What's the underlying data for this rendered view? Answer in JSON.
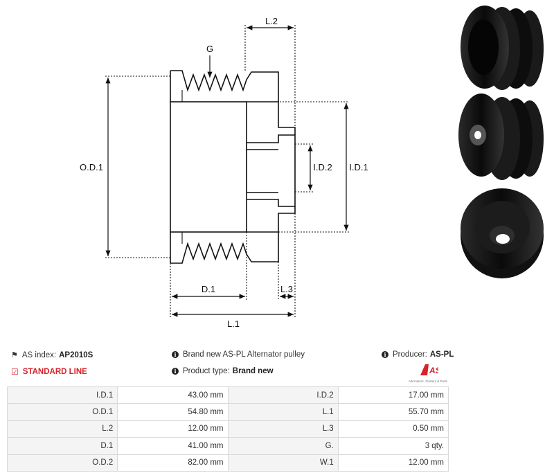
{
  "drawing": {
    "labels": {
      "l2": "L.2",
      "g": "G",
      "od1": "O.D.1",
      "id2": "I.D.2",
      "id1": "I.D.1",
      "d1": "D.1",
      "l3": "L.3",
      "l1": "L.1"
    }
  },
  "info": {
    "index_label": "AS index:",
    "index_value": "AP2010S",
    "standard_line": "STANDARD LINE",
    "desc": "Brand new AS-PL Alternator pulley",
    "product_type_label": "Product type:",
    "product_type_value": "Brand new",
    "producer_label": "Producer:",
    "producer_value": "AS-PL",
    "logo_text": "AS",
    "logo_sub": "Alternators, Starters & Parts"
  },
  "specs": [
    {
      "l1": "I.D.1",
      "v1": "43.00 mm",
      "l2": "I.D.2",
      "v2": "17.00 mm"
    },
    {
      "l1": "O.D.1",
      "v1": "54.80 mm",
      "l2": "L.1",
      "v2": "55.70 mm"
    },
    {
      "l1": "L.2",
      "v1": "12.00 mm",
      "l2": "L.3",
      "v2": "0.50 mm"
    },
    {
      "l1": "D.1",
      "v1": "41.00 mm",
      "l2": "G.",
      "v2": "3 qty."
    },
    {
      "l1": "O.D.2",
      "v1": "82.00 mm",
      "l2": "W.1",
      "v2": "12.00 mm"
    }
  ],
  "colors": {
    "brand_red": "#d8232a",
    "pulley_black": "#111111"
  }
}
